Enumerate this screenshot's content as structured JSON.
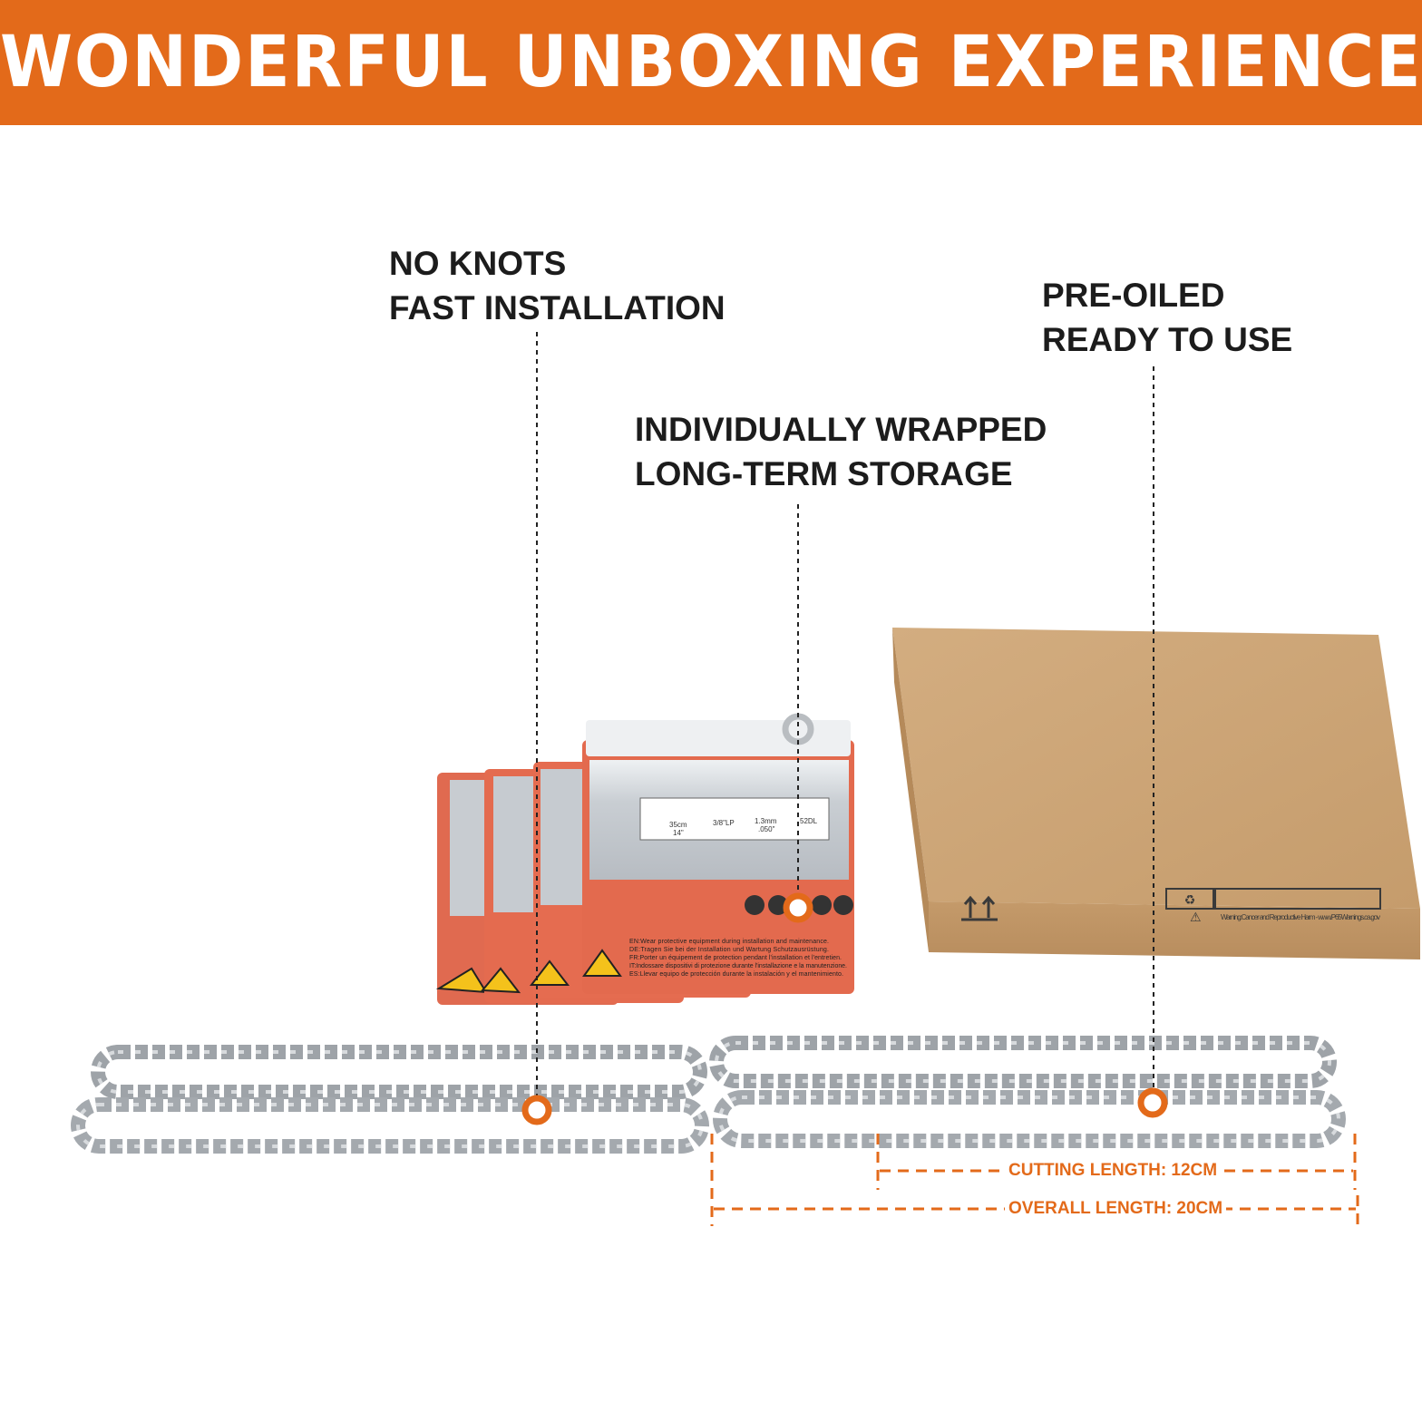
{
  "banner": {
    "title": "WONDERFUL UNBOXING EXPERIENCE"
  },
  "callouts": {
    "no_knots": {
      "line1": "NO KNOTS",
      "line2": "FAST INSTALLATION"
    },
    "pre_oiled": {
      "line1": "PRE-OILED",
      "line2": "READY TO USE"
    },
    "wrapped": {
      "line1": "INDIVIDUALLY WRAPPED",
      "line2": "LONG-TERM STORAGE"
    }
  },
  "dimensions": {
    "cutting_length": "CUTTING LENGTH: 12CM",
    "overall_length": "OVERALL LENGTH: 20CM"
  },
  "package_labels": {
    "bar_length": "35cm",
    "bar_length_in": "14\"",
    "pitch": "3/8\"LP",
    "gauge": "1.3mm",
    "gauge_in": ".050\"",
    "drive_links": "52DL",
    "warning_en": "EN:Wear protective equipment during installation and maintenance.",
    "warning_de": "DE:Tragen Sie bei der Installation und Wartung Schutzausrüstung.",
    "warning_fr": "FR:Porter un équipement de protection pendant l'installation et l'entretien.",
    "warning_it": "IT:Indossare dispositivi di protezione durante l'installazione e la manutenzione.",
    "warning_es": "ES:Llevar equipo de protección durante la instalación y el mantenimiento."
  },
  "box_labels": {
    "prop65": "Warning:Cancer and Reproductive Harm - www.P65Warnings.ca.gov"
  },
  "colors": {
    "accent": "#e36a1a",
    "cardboard": "#c9a274",
    "chain": "#9ea3a8",
    "text": "#1c1c1c"
  }
}
